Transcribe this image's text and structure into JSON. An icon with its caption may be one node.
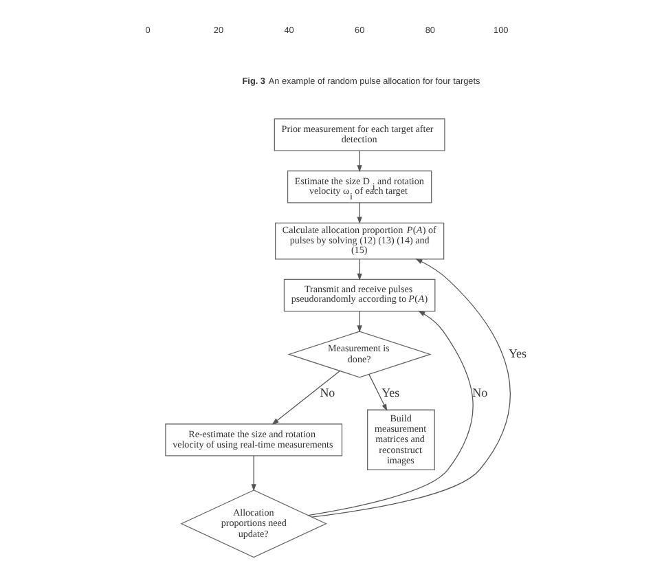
{
  "diagram": {
    "nodes": [
      {
        "text": [
          "Prior measurement for each target after detection"
        ]
      },
      {
        "text": [
          "Estimate the size D$_{i}$ and rotation velocity ω$_{i}$ of each target"
        ]
      },
      {
        "text": [
          "Calculate allocation proportion *P*(*A*) of pulses by solving (12) (13) (14) and (15)"
        ]
      },
      {
        "text": [
          "Transmit and receive pulses pseudorandomly according to *P*(*A*)"
        ]
      },
      {
        "text": [
          "Measurement is done?"
        ]
      },
      {
        "text": [
          "Re-estimate the size and rotation velocity of using real-time measurements"
        ]
      },
      {
        "text": [
          "Build measurement matrices and reconstruct images"
        ]
      },
      {
        "text": [
          "Allocation proportions need update?"
        ]
      }
    ],
    "edges": [
      {
        "from": 0,
        "to": 1,
        "arrow": "to"
      },
      {
        "from": 1,
        "to": 2,
        "arrow": "to"
      },
      {
        "from": 2,
        "to": 3,
        "arrow": "to"
      },
      {
        "from": 3,
        "to": 4,
        "arrow": "to"
      },
      {
        "from": 4,
        "to": 6,
        "arrow": "to",
        "label": "Yes"
      },
      {
        "from": 4,
        "to": 5,
        "arrow": "to",
        "label": "No"
      },
      {
        "from": 5,
        "to": 7,
        "arrow": "to"
      },
      {
        "from": 7,
        "to": 3,
        "arrow": "to",
        "label": "No"
      },
      {
        "from": 7,
        "to": 2,
        "arrow": "to",
        "label": "Yes"
      }
    ],
    "labels": [
      "0",
      "20",
      "40",
      "60",
      "80",
      "100",
      "**Fig. 3** An example of random pulse allocation for four targets"
    ]
  }
}
